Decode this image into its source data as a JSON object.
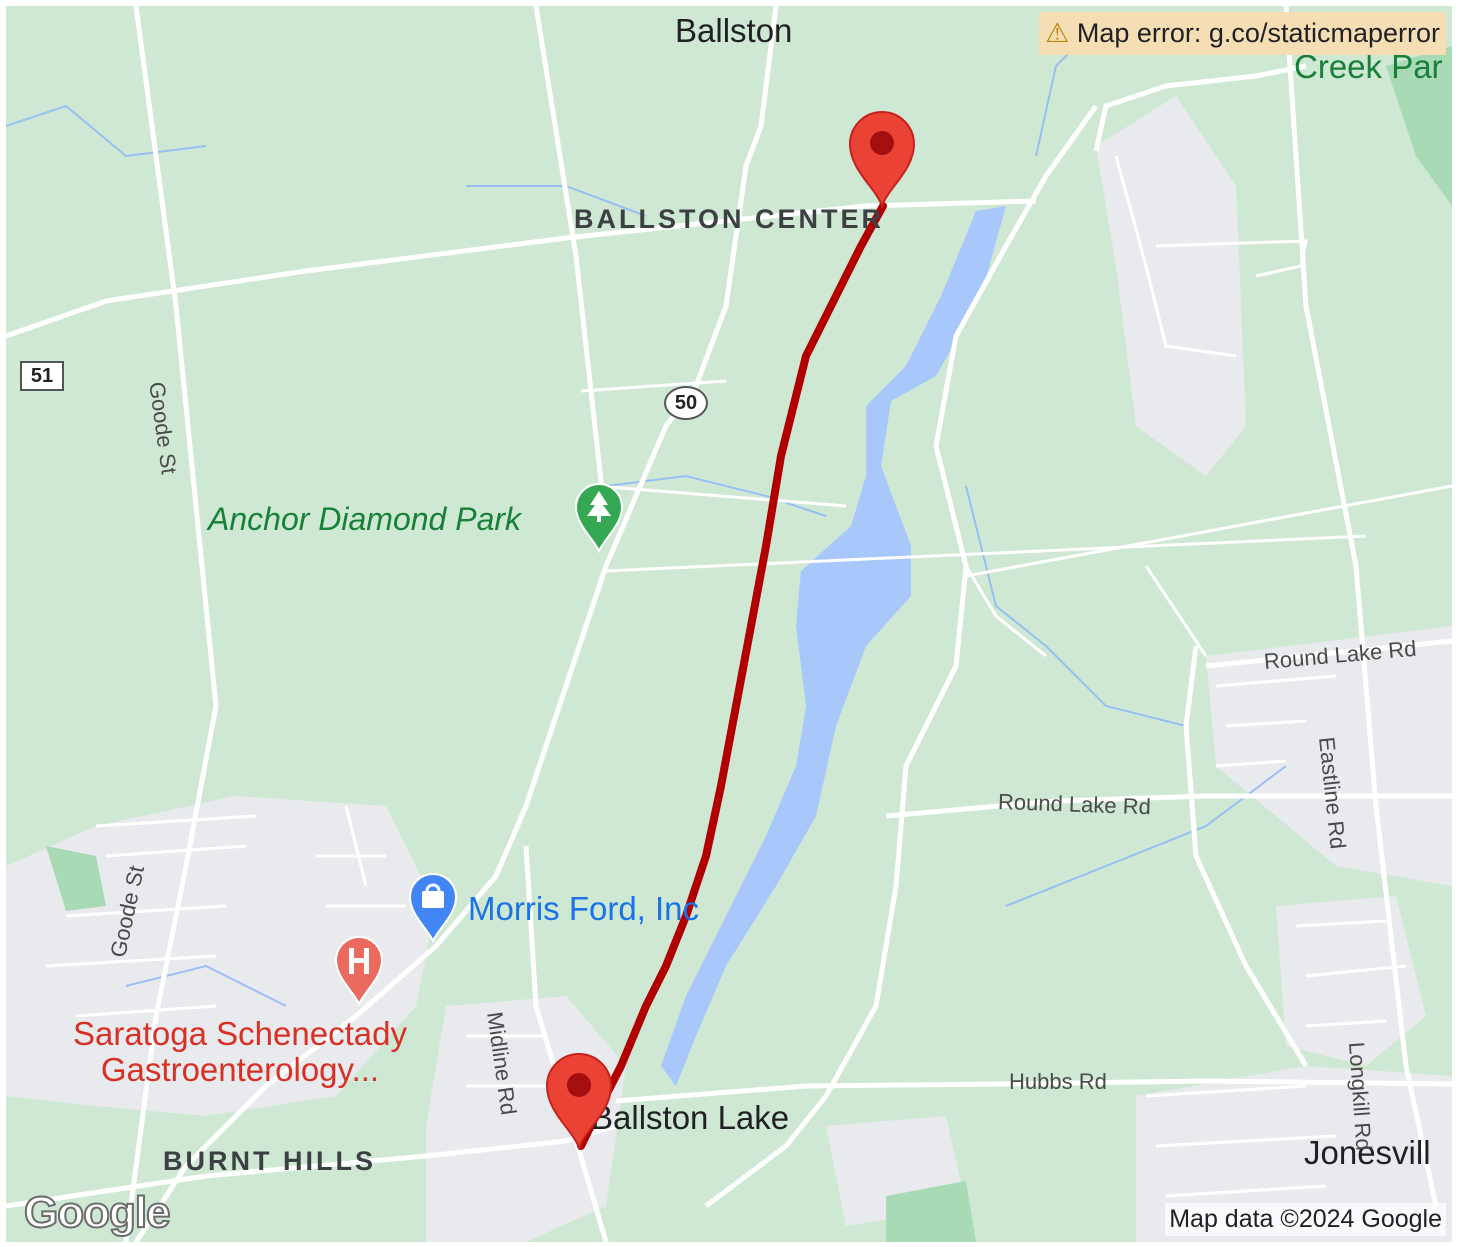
{
  "banner": {
    "icon": "warning-icon",
    "text": "Map error: g.co/staticmaperror"
  },
  "attribution": "Map data ©2024 Google",
  "logo": "Google",
  "places": {
    "ballston": "Ballston",
    "creek_park": "Creek Par",
    "ballston_center": "BALLSTON CENTER",
    "ballston_lake": "Ballston Lake",
    "burnt_hills": "BURNT HILLS",
    "jonesville": "Jonesvill"
  },
  "roads": {
    "goode_st_north": "Goode St",
    "goode_st_south": "Goode St",
    "round_lake_rd_east": "Round Lake Rd",
    "round_lake_rd_mid": "Round Lake Rd",
    "eastline_rd": "Eastline Rd",
    "longkill_rd": "Longkill Rd",
    "hubbs_rd": "Hubbs Rd",
    "midline_rd": "Midline Rd"
  },
  "shields": {
    "route_51": "51",
    "route_50": "50"
  },
  "pois": {
    "park": {
      "name": "Anchor Diamond Park",
      "icon": "tree-icon"
    },
    "shop": {
      "name": "Morris Ford, Inc",
      "icon": "shopping-bag-icon"
    },
    "hospital": {
      "name_line1": "Saratoga Schenectady",
      "name_line2": "Gastroenterology...",
      "icon": "hospital-icon"
    }
  },
  "route": {
    "color": "#b00000",
    "start_marker": "map-pin-icon",
    "end_marker": "map-pin-icon"
  },
  "colors": {
    "land": "#cfe8d4",
    "water": "#a8c7fa",
    "urban": "#e8eaed",
    "marker": "#ea4335"
  }
}
